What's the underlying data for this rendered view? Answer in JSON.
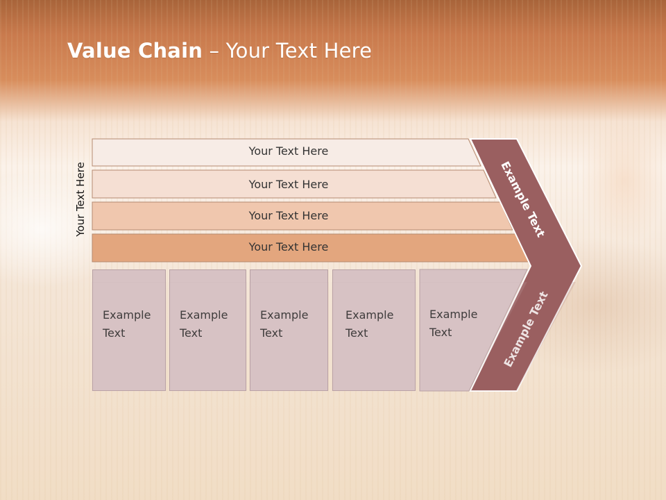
{
  "slide": {
    "title_bold": "Value Chain",
    "title_rest": " – Your Text Here",
    "vertical_label": "Your Text Here",
    "layers": [
      {
        "label": "Your Text Here",
        "color": "#f7ece6"
      },
      {
        "label": "Your Text Here",
        "color": "#f5dfd3"
      },
      {
        "label": "Your Text Here",
        "color": "#f0c7ae"
      },
      {
        "label": "Your Text Here",
        "color": "#e3a67e"
      }
    ],
    "boxes": [
      {
        "line1": "Example",
        "line2": "Text"
      },
      {
        "line1": "Example",
        "line2": "Text"
      },
      {
        "line1": "Example",
        "line2": "Text"
      },
      {
        "line1": "Example",
        "line2": "Text"
      },
      {
        "line1": "Example",
        "line2": "Text"
      }
    ],
    "chevron_labels": {
      "upper": "Example Text",
      "lower": "Example Text"
    },
    "colors": {
      "chevron": "#9a5f60",
      "box": "#d7c2c4",
      "header": "#c97a4d"
    }
  }
}
